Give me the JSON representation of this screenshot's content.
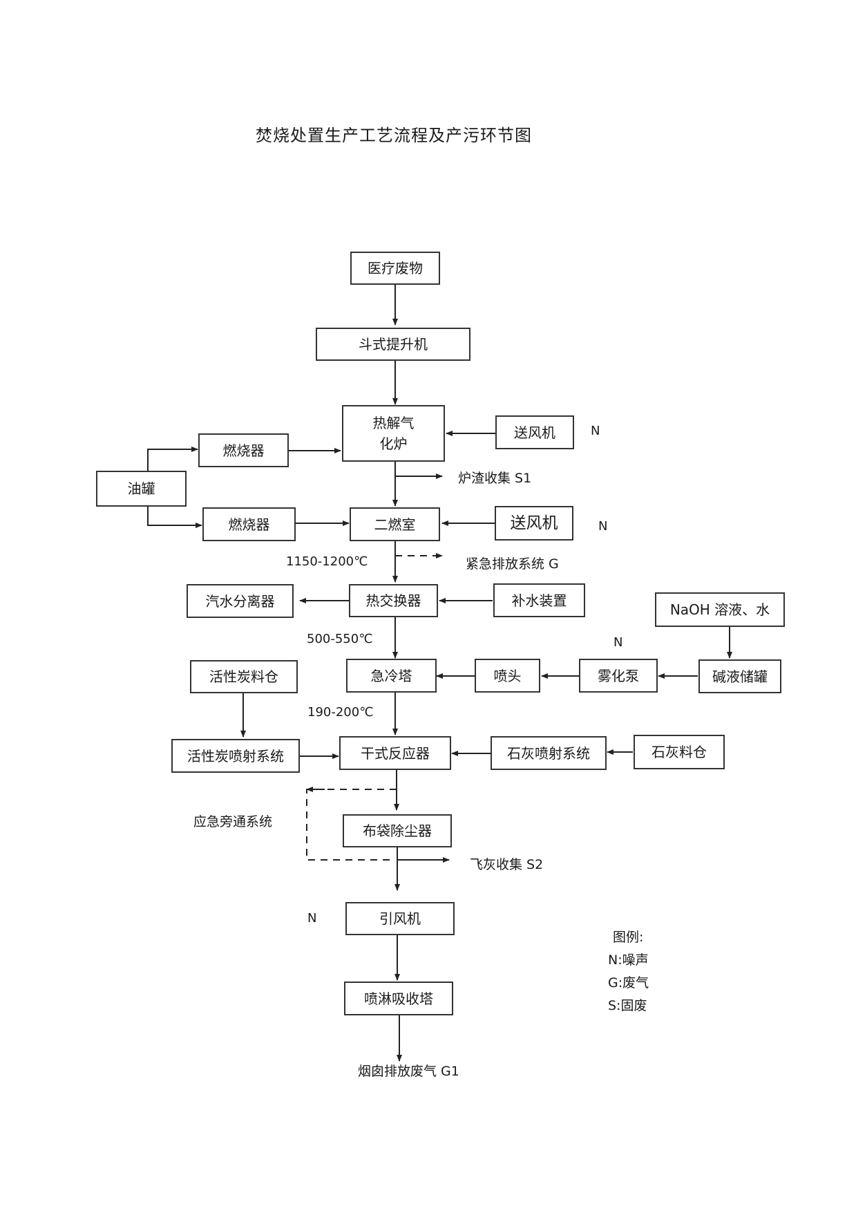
{
  "title": "焚烧处置生产工艺流程及产污环节图",
  "nodes": {
    "medical_waste": "医疗废物",
    "bucket_elevator": "斗式提升机",
    "pyrolysis_line1": "热解气",
    "pyrolysis_line2": "化炉",
    "burner_top": "燃烧器",
    "oil_tank": "油罐",
    "burner_bottom": "燃烧器",
    "blower_top": "送风机",
    "secondary_chamber": "二燃室",
    "blower_bottom": "送风机",
    "heat_exchanger": "热交换器",
    "steam_separator": "汽水分离器",
    "water_supply": "补水装置",
    "naoh": "NaOH 溶液、水",
    "quench_tower": "急冷塔",
    "nozzle": "喷头",
    "atomizing_pump": "雾化泵",
    "alkali_tank": "碱液储罐",
    "carbon_silo": "活性炭料仓",
    "carbon_injection": "活性炭喷射系统",
    "dry_reactor": "干式反应器",
    "lime_injection": "石灰喷射系统",
    "lime_silo": "石灰料仓",
    "bag_filter": "布袋除尘器",
    "induced_fan": "引风机",
    "spray_tower": "喷淋吸收塔"
  },
  "labels": {
    "slag": "炉渣收集 S1",
    "emergency_release": "紧急排放系统 G",
    "temp_1": "1150-1200℃",
    "temp_2": "500-550℃",
    "temp_3": "190-200℃",
    "emergency_bypass": "应急旁通系统",
    "fly_ash": "飞灰收集 S2",
    "stack": "烟囱排放废气 G1",
    "noise_1": "N",
    "noise_2": "N",
    "noise_3": "N",
    "noise_4": "N"
  },
  "legend": {
    "title": "图例:",
    "items": [
      "N:噪声",
      "G:废气",
      "S:固废"
    ]
  }
}
